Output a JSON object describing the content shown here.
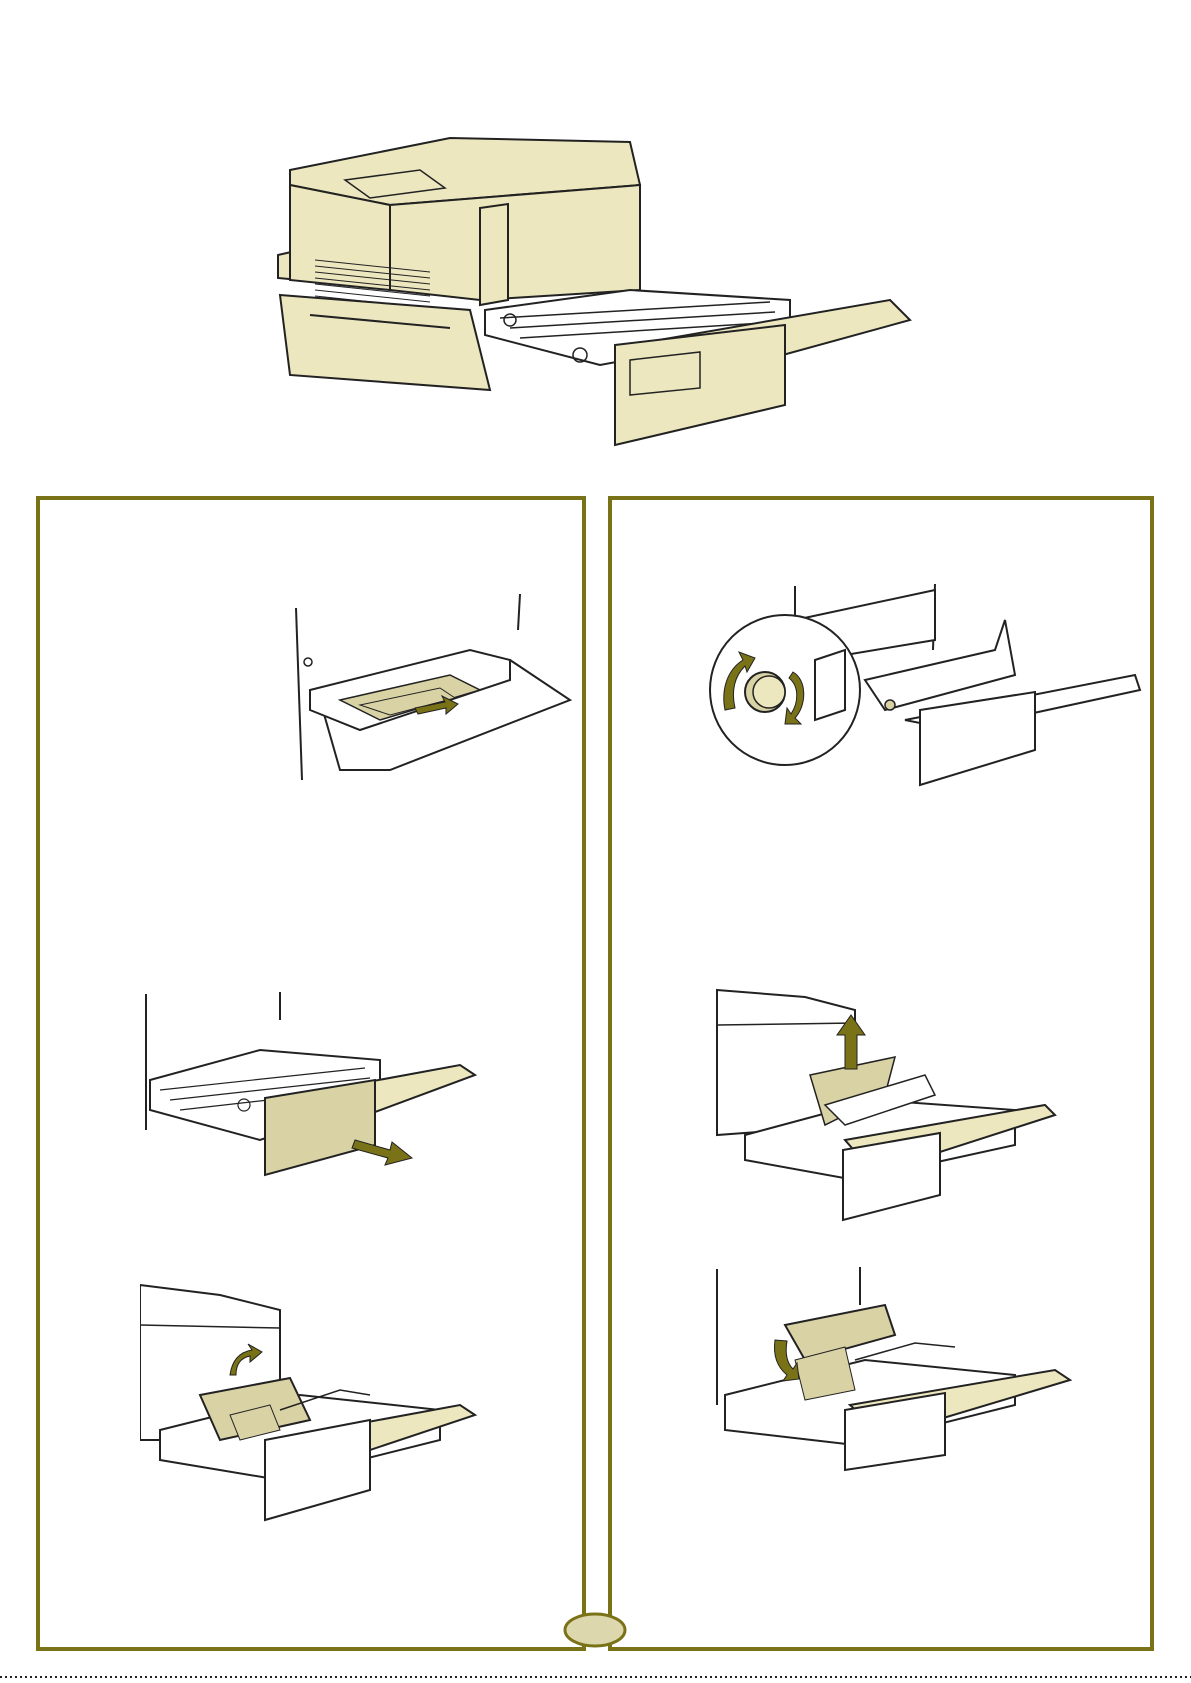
{
  "colors": {
    "frame": "#7a7216",
    "paper_fill": "#d9d2a4",
    "printer_fill": "#ece7bf",
    "arrow": "#7a7216",
    "page_badge": "#ddd7ad",
    "ink": "#222222"
  },
  "page": {
    "page_number": "",
    "icons": [
      "printer-overview",
      "remove-jammed-paper",
      "turn-feed-knob",
      "pull-out-duplex-unit",
      "lift-paper-out",
      "open-inner-cover",
      "close-inner-cover"
    ]
  }
}
